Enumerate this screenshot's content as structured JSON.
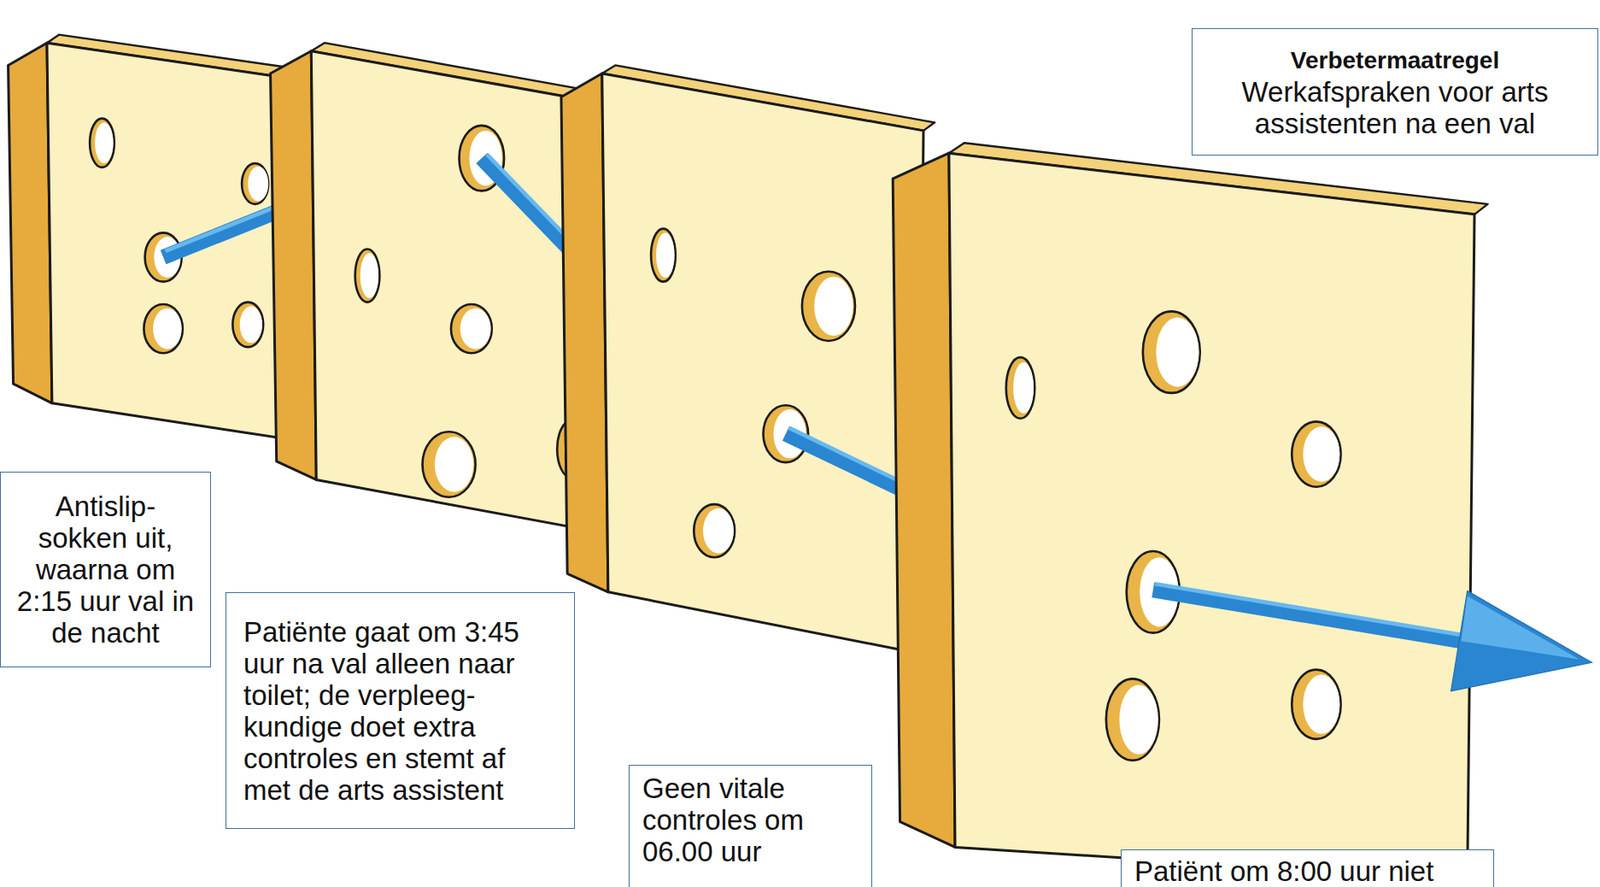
{
  "diagram": {
    "nodes": [
      {
        "text": [
          "Verbetermaatregel",
          "Werkafspraken voor arts assistenten na een val"
        ]
      },
      {
        "text": [
          "Antislip- sokken uit, waarna om 2:15 uur val in de nacht"
        ]
      },
      {
        "text": [
          "Patiënte gaat om 3:45 uur na val alleen naar toilet; de verpleeg- kundige doet extra controles en stemt af met de arts assistent"
        ]
      },
      {
        "text": [
          "Geen vitale controles om 06.00 uur"
        ]
      },
      {
        "text": [
          "Patiënt om 8:00 uur niet"
        ]
      }
    ]
  }
}
